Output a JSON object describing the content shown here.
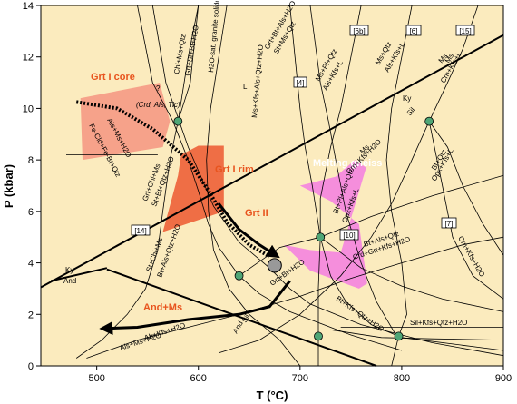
{
  "chart_data": {
    "type": "diagram",
    "x_axis": {
      "label": "T (°C)",
      "range": [
        445,
        900
      ],
      "ticks": [
        500,
        600,
        700,
        800,
        900
      ]
    },
    "y_axis": {
      "label": "P (kbar)",
      "range": [
        0,
        14
      ],
      "ticks": [
        0,
        2,
        4,
        6,
        8,
        10,
        12,
        14
      ]
    },
    "colors": {
      "background": "#FBEBBE",
      "grt_core": "#F6A28A",
      "grt_rim": "#EF6E45",
      "melting": "#F58EDC",
      "zone_text": "#E8541E",
      "invariant_point": "#4FA676",
      "path": "#000000"
    },
    "zones": [
      {
        "id": "grt-core",
        "label": "Grt I core",
        "color": "#E8541E"
      },
      {
        "id": "grt-rim",
        "label": "Grt I rim",
        "color": "#E8541E"
      },
      {
        "id": "grt-ii",
        "label": "Grt II",
        "color": "#E8541E"
      },
      {
        "id": "and-ms",
        "label": "And+Ms",
        "color": "#E8541E"
      },
      {
        "id": "melting",
        "label": "Melting gneiss",
        "color": "#FFFFFF"
      }
    ],
    "region_labels": [
      "Ky",
      "Sil",
      "And",
      "Ms",
      "L",
      "Ky",
      "And",
      "Sil"
    ],
    "reaction_labels": [
      "H2O-sat. granite solidus",
      "Grt+Bt+Als+H2O",
      "St+Ms+Qtz",
      "Ms+Pl+Qtz",
      "Als+Kfs+L",
      "Ms+Qtz",
      "Als+Kfs+L",
      "Ms",
      "Crn+Kfs+L",
      "Ms+Kfs+Als+Qtz+H2O",
      "Chl+Ms+Qtz",
      "Grt+St+Bt+H2O",
      "Als+Ms+H2O",
      "Fe-Cld+Fe-Bt+Qtz",
      "Grt+Chl+Ms",
      "St+Bt+Qtz+H2O",
      "St+Chl+Ms",
      "Bt+Als+Qtz+H2O",
      "Bt+Pl+Als+Qtz",
      "Opx+Kfs+L",
      "Ms",
      "Crn+Kfs+H2O",
      "Bt+Qtz",
      "Opx+Kfs+L",
      "Bt+Als+Qtz",
      "Crd+Grt+Kfs+H2O",
      "Crn+Kfs+H2O",
      "Grt+Bt+H2O",
      "Ab+Kfs+H2O",
      "Bt+Kfs+Qtz+H2O",
      "Sil+Kfs+Qtz+H2O",
      "Als+Ms+H2O",
      "(Crd, Als, Tlc)",
      "?"
    ],
    "box_labels": [
      "[6b]",
      "[4]",
      "[6]",
      "[15]",
      "[14]",
      "[10]",
      "[7]"
    ],
    "invariant_points": [
      {
        "T": 580,
        "P": 9.5
      },
      {
        "T": 827,
        "P": 9.5
      },
      {
        "T": 720,
        "P": 5.0
      },
      {
        "T": 640,
        "P": 3.5
      },
      {
        "T": 718,
        "P": 1.15
      },
      {
        "T": 797,
        "P": 1.15
      }
    ],
    "ms_breakdown_point": {
      "T": 675,
      "P": 3.9
    },
    "boundary_lines": [
      {
        "name": "Ky-Sil",
        "points": [
          [
            445,
            3.05
          ],
          [
            900,
            12.85
          ]
        ]
      },
      {
        "name": "Ky-And",
        "points": [
          [
            455,
            3.3
          ],
          [
            510,
            3.8
          ]
        ]
      },
      {
        "name": "And-Sil",
        "points": [
          [
            510,
            3.75
          ],
          [
            775,
            0
          ]
        ]
      }
    ],
    "regions": [
      {
        "id": "grt-core-region",
        "points": [
          [
            484,
            10.4
          ],
          [
            562,
            11.0
          ],
          [
            572,
            9.5
          ],
          [
            565,
            8.5
          ],
          [
            486,
            8.0
          ]
        ]
      },
      {
        "id": "grt-rim-region",
        "points": [
          [
            600,
            8.55
          ],
          [
            625,
            8.55
          ],
          [
            625,
            6.2
          ],
          [
            625,
            6.0
          ],
          [
            565,
            5.2
          ],
          [
            580,
            7.4
          ],
          [
            583,
            8.2
          ]
        ]
      },
      {
        "id": "melting-region",
        "points": [
          [
            735,
            7.35
          ],
          [
            754,
            8.0
          ],
          [
            765,
            7.7
          ],
          [
            740,
            4.4
          ],
          [
            710,
            4.5
          ],
          [
            684,
            4.7
          ],
          [
            710,
            3.7
          ],
          [
            758,
            3.0
          ],
          [
            766,
            3.2
          ],
          [
            758,
            5.5
          ],
          [
            730,
            6.4
          ],
          [
            700,
            7.0
          ]
        ]
      }
    ],
    "pt_paths": [
      {
        "id": "prograde-dotted",
        "style": "dotted",
        "points": [
          [
            480,
            10.25
          ],
          [
            520,
            10.0
          ],
          [
            555,
            9.2
          ],
          [
            590,
            8.0
          ],
          [
            610,
            6.8
          ],
          [
            628,
            5.6
          ],
          [
            650,
            4.7
          ],
          [
            670,
            4.25
          ]
        ]
      },
      {
        "id": "grt-ii-arrow",
        "style": "solid-arrow",
        "points": [
          [
            620,
            6.3
          ],
          [
            640,
            5.3
          ],
          [
            660,
            4.7
          ],
          [
            678,
            4.25
          ]
        ]
      },
      {
        "id": "retrograde-arrow",
        "style": "solid-arrow",
        "points": [
          [
            690,
            3.3
          ],
          [
            670,
            2.3
          ],
          [
            640,
            2.0
          ],
          [
            590,
            1.8
          ],
          [
            540,
            1.5
          ],
          [
            505,
            1.45
          ]
        ]
      }
    ]
  }
}
